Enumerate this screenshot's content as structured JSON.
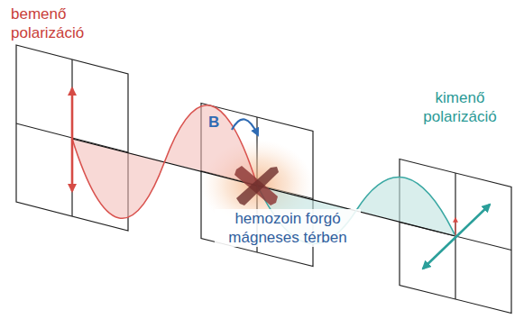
{
  "diagram": {
    "labels": [
      "bemenő polarizáció",
      "B",
      "hemozoin forgó mágneses térben",
      "kimenő polarizáció"
    ]
  }
}
